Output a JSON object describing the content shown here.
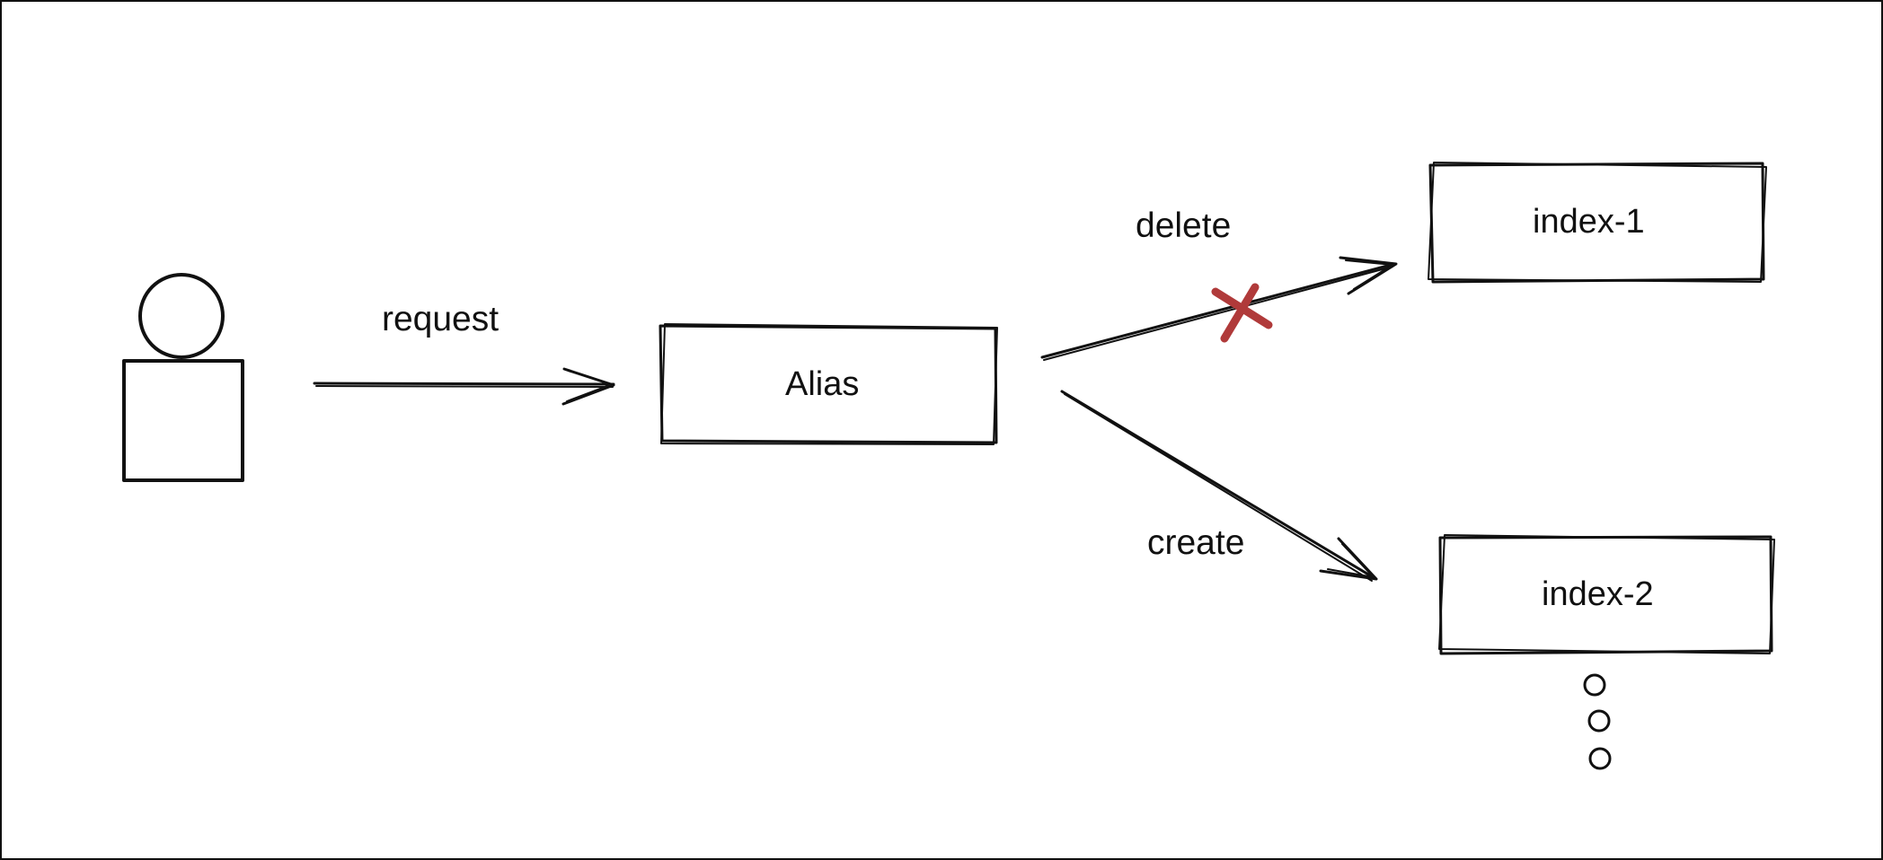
{
  "diagram": {
    "labels": {
      "request": "request",
      "delete": "delete",
      "create": "create"
    },
    "nodes": {
      "alias": "Alias",
      "index_1": "index-1",
      "index_2": "index-2"
    },
    "colors": {
      "stroke": "#111111",
      "delete_mark": "#b03a3a"
    },
    "icons": {
      "user": "user-icon",
      "delete_mark": "x-mark-icon",
      "continuation": "ellipsis-vertical-icon"
    }
  }
}
